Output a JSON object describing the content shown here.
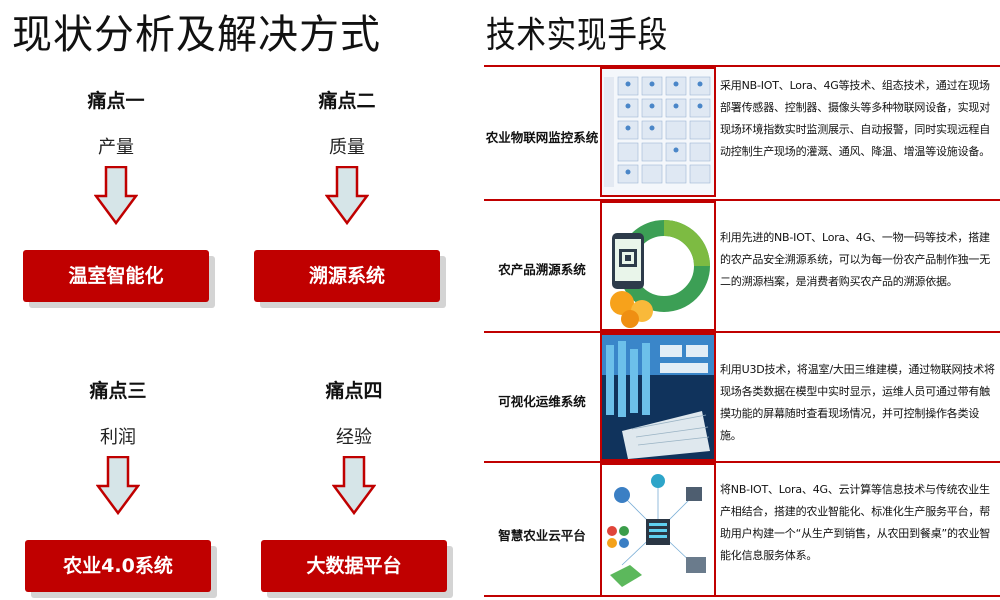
{
  "left": {
    "title": "现状分析及解决方式",
    "pains": [
      {
        "title": "痛点一",
        "sub": "产量",
        "solution": "温室智能化"
      },
      {
        "title": "痛点二",
        "sub": "质量",
        "solution": "溯源系统"
      },
      {
        "title": "痛点三",
        "sub": "利润",
        "solution": "农业4.0系统"
      },
      {
        "title": "痛点四",
        "sub": "经验",
        "solution": "大数据平台"
      }
    ]
  },
  "right": {
    "title": "技术实现手段",
    "rows": [
      {
        "name": "农业物联网监控系统",
        "desc": "采用NB-IOT、Lora、4G等技术、组态技术，通过在现场部署传感器、控制器、摄像头等多种物联网设备，实现对现场环境指数实时监测展示、自动报警，同时实现远程自动控制生产现场的灌溉、通风、降温、增温等设施设备。"
      },
      {
        "name": "农产品溯源系统",
        "desc": "利用先进的NB-IOT、Lora、4G、一物一码等技术，搭建的农产品安全溯源系统，可以为每一份农产品制作独一无二的溯源档案，是消费者购买农产品的溯源依据。"
      },
      {
        "name": "可视化运维系统",
        "desc": "利用U3D技术，将温室/大田三维建模，通过物联网技术将现场各类数据在模型中实时显示，运维人员可通过带有触摸功能的屏幕随时查看现场情况，并可控制操作各类设施。"
      },
      {
        "name": "智慧农业云平台",
        "desc": "将NB-IOT、Lora、4G、云计算等信息技术与传统农业生产相结合，搭建的农业智能化、标准化生产服务平台，帮助用户构建一个“从生产到销售，从农田到餐桌”的农业智能化信息服务体系。"
      }
    ]
  },
  "colors": {
    "accent": "#c00000",
    "arrow_fill": "#d6e5e8",
    "shadow": "#d4d4d4"
  }
}
